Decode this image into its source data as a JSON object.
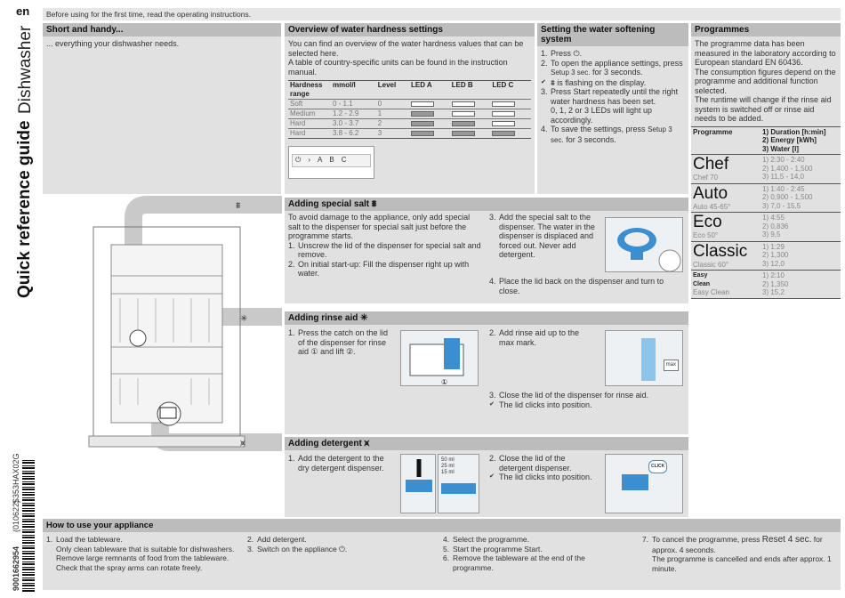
{
  "side": {
    "lang": "en",
    "product": "Dishwasher",
    "title": "Quick reference guide",
    "barcode_number": "9001662954",
    "code1": "(010622)",
    "code2": "S353HAX02G"
  },
  "notice": "Before using for the first time, read the operating instructions.",
  "short": {
    "title": "Short and handy...",
    "text": "... everything your dishwasher needs."
  },
  "overview": {
    "title": "Overview of water hardness settings",
    "text1": "You can find an overview of the water hardness values that can be selected here.",
    "text2": "A table of country-specific units can be found in the instruction manual.",
    "headers": [
      "Hardness range",
      "mmol/l",
      "Level",
      "LED A",
      "LED B",
      "LED C"
    ],
    "rows": [
      {
        "range": "Soft",
        "mmol": "0 - 1.1",
        "level": "0",
        "leds": [
          false,
          false,
          false
        ]
      },
      {
        "range": "Medium",
        "mmol": "1.2 - 2.9",
        "level": "1",
        "leds": [
          true,
          false,
          false
        ]
      },
      {
        "range": "Hard",
        "mmol": "3.0 - 3.7",
        "level": "2",
        "leds": [
          true,
          true,
          false
        ]
      },
      {
        "range": "Hard",
        "mmol": "3.8 - 6.2",
        "level": "3",
        "leds": [
          true,
          true,
          true
        ]
      }
    ],
    "panel_labels": [
      "A",
      "B",
      "C"
    ]
  },
  "softening": {
    "title": "Setting the water softening system",
    "s1": "Press ⏻.",
    "s2a": "To open the appliance settings, press",
    "s2k": "Setup 3 sec.",
    "s2b": "for 3 seconds.",
    "c2": "⩩ is flashing on the display.",
    "s3": "Press Start repeatedly until the right water hardness has been set.",
    "s3b": "0, 1, 2 or 3 LEDs will light up accordingly.",
    "s4a": "To save the settings, press",
    "s4k": "Setup 3 sec.",
    "s4b": "for 3 seconds."
  },
  "programmes": {
    "title": "Programmes",
    "text1": "The programme data has been measured in the laboratory according to European standard EN 60436.",
    "text2": "The consumption figures depend on the programme and additional function selected.",
    "text3": "The runtime will change if the rinse aid system is switched off or rinse aid needs to be added.",
    "col1": "Programme",
    "col2a": "1) Duration [h:min]",
    "col2b": "2) Energy [kWh]",
    "col2c": "3) Water [l]",
    "items": [
      {
        "name": "Chef",
        "sub": "Chef 70",
        "d": "1) 2:30 - 2:40",
        "e": "2) 1,400 - 1,500",
        "w": "3) 11,5 - 14,0"
      },
      {
        "name": "Auto",
        "sub": "Auto 45-65°",
        "d": "1) 1:40 - 2:45",
        "e": "2) 0,900 - 1,500",
        "w": "3) 7,0 - 15,5"
      },
      {
        "name": "Eco",
        "sub": "Eco 50°",
        "d": "1) 4:55",
        "e": "2) 0,836",
        "w": "3) 9,5"
      },
      {
        "name": "Classic",
        "sub": "Classic 60°",
        "d": "1) 1:29",
        "e": "2) 1,300",
        "w": "3) 12,0"
      }
    ],
    "easy": {
      "l1": "Easy",
      "l2": "Clean",
      "sub": "Easy Clean",
      "d": "1) 2:10",
      "e": "2) 1,350",
      "w": "3) 15,2"
    }
  },
  "salt": {
    "title": "Adding special salt ⩩",
    "intro": "To avoid damage to the appliance, only add special salt to the dispenser for special salt just before the programme starts.",
    "s1": "Unscrew the lid of the dispenser for special salt and remove.",
    "s2": "On initial start-up: Fill the dispenser right up with water.",
    "s3": "Add the special salt to the dispenser. The water in the dispenser is displaced and forced out. Never add detergent.",
    "s4": "Place the lid back on the dispenser and turn to close."
  },
  "rinse": {
    "title": "Adding rinse aid ✳",
    "s1": "Press the catch on the lid of the dispenser for rinse aid ① and lift ②.",
    "s2": "Add rinse aid up to the max mark.",
    "s3": "Close the lid of the dispenser for rinse aid.",
    "c3": "The lid clicks into position.",
    "max": "max"
  },
  "detergent": {
    "title": "Adding detergent ⩙",
    "s1": "Add the detergent to the dry detergent dispenser.",
    "s2": "Close the lid of the detergent dispenser.",
    "c2": "The lid clicks into position.",
    "ml": [
      "50 ml",
      "25 ml",
      "15 ml"
    ],
    "click": "CLICK"
  },
  "howto": {
    "title": "How to use your appliance",
    "s1": "Load the tableware.",
    "s1b": "Only clean tableware that is suitable for dishwashers. Remove large remnants of food from the tableware. Check that the spray arms can rotate freely.",
    "s2": "Add detergent.",
    "s3": "Switch on the appliance ⏻.",
    "s4": "Select the programme.",
    "s5": "Start the programme Start.",
    "s6": "Remove the tableware at the end of the programme.",
    "s7a": "To cancel the programme, press",
    "s7k": "Reset 4 sec.",
    "s7b": "for approx. 4 seconds.",
    "s7c": "The programme is cancelled and ends after approx. 1 minute."
  },
  "colors": {
    "panel": "#e1e1e1",
    "header": "#bcbcbc",
    "illustration_blue": "#3b8fd0"
  }
}
